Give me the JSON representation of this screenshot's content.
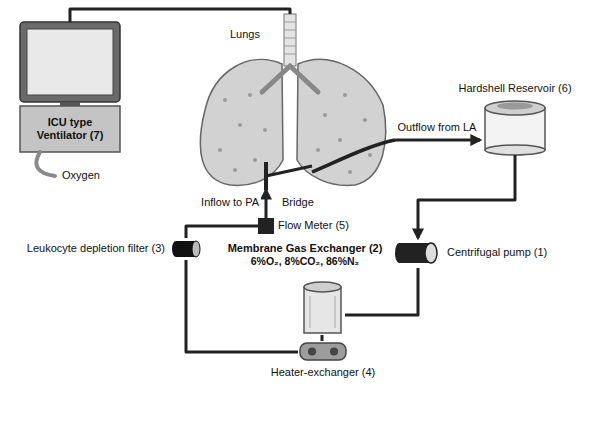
{
  "diagram": {
    "nodes": [
      {
        "text": [
          "ICU type Ventilator (7)"
        ]
      },
      {
        "text": [
          "Lungs"
        ]
      },
      {
        "text": [
          "Hardshell Reservoir (6)"
        ]
      },
      {
        "text": [
          "Flow Meter (5)"
        ]
      },
      {
        "text": [
          "Leukocyte depletion filter (3)"
        ]
      },
      {
        "text": [
          "Centrifugal pump (1)"
        ]
      },
      {
        "text": [
          "Membrane Gas Exchanger (2)",
          "6%O₂, 8%CO₂, 86%N₂"
        ]
      },
      {
        "text": [
          "Heater-exchanger (4)"
        ]
      }
    ],
    "edges": [
      {
        "from": 0,
        "to": 1,
        "arrow": "none"
      },
      {
        "from": 1,
        "to": 2,
        "arrow": "to",
        "label": "Outflow from LA"
      },
      {
        "from": 2,
        "to": 5,
        "arrow": "to"
      },
      {
        "from": 5,
        "to": 6,
        "arrow": "none"
      },
      {
        "from": 6,
        "to": 7,
        "arrow": "none"
      },
      {
        "from": 7,
        "to": 4,
        "arrow": "none"
      },
      {
        "from": 4,
        "to": 3,
        "arrow": "none"
      },
      {
        "from": 3,
        "to": 1,
        "arrow": "to",
        "label": "Inflow to PA"
      }
    ],
    "labels": [
      "Oxygen",
      "Bridge"
    ]
  }
}
